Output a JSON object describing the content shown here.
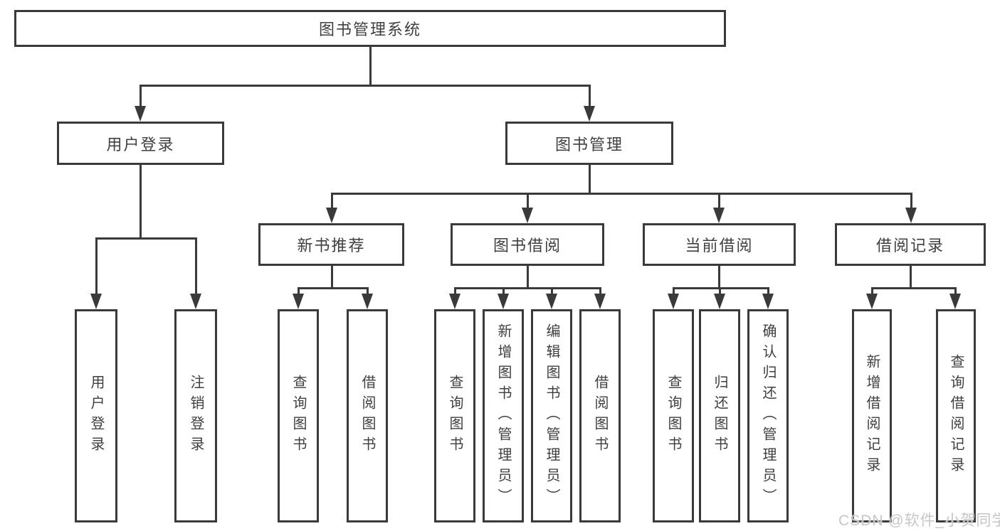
{
  "tree": {
    "label": "图书管理系统",
    "children": [
      {
        "label": "用户登录",
        "children": [
          {
            "label": "用户登录"
          },
          {
            "label": "注销登录"
          }
        ]
      },
      {
        "label": "图书管理",
        "children": [
          {
            "label": "新书推荐",
            "children": [
              {
                "label": "查询图书"
              },
              {
                "label": "借阅图书"
              }
            ]
          },
          {
            "label": "图书借阅",
            "children": [
              {
                "label": "查询图书"
              },
              {
                "label": "新增图书（管理员）"
              },
              {
                "label": "编辑图书（管理员）"
              },
              {
                "label": "借阅图书"
              }
            ]
          },
          {
            "label": "当前借阅",
            "children": [
              {
                "label": "查询图书"
              },
              {
                "label": "归还图书"
              },
              {
                "label": "确认归还（管理员）"
              }
            ]
          },
          {
            "label": "借阅记录",
            "children": [
              {
                "label": "新增借阅记录"
              },
              {
                "label": "查询借阅记录"
              }
            ]
          }
        ]
      }
    ]
  },
  "watermark": "CSDN @软件_小贺同学",
  "colors": {
    "line": "#3a3a3a",
    "text": "#3f3f3f",
    "background": "#ffffff",
    "watermark": "#c6c6c6"
  }
}
